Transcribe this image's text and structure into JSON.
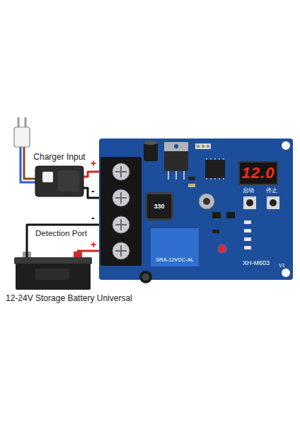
{
  "diagram": {
    "nodes": [
      {
        "text": [
          "Charger Input"
        ]
      },
      {
        "text": [
          "XH-M603"
        ]
      },
      {
        "text": [
          "12.0"
        ],
        "in": 1
      },
      {
        "text": [
          "330"
        ],
        "in": 1
      },
      {
        "text": [
          "SRA-12VDC-AL"
        ],
        "in": 1
      },
      {
        "text": [
          "12-24V Storage Battery Universal"
        ]
      }
    ],
    "edges": [
      {
        "from": 0,
        "to": 1,
        "arrow": "none"
      },
      {
        "from": 0,
        "to": 1,
        "arrow": "none"
      },
      {
        "from": 5,
        "to": 1,
        "arrow": "none"
      },
      {
        "from": 5,
        "to": 1,
        "arrow": "none"
      }
    ],
    "labels": [
      "+",
      "-",
      "-",
      "+",
      "Detection Port",
      "启动",
      "停止",
      "V1"
    ]
  }
}
